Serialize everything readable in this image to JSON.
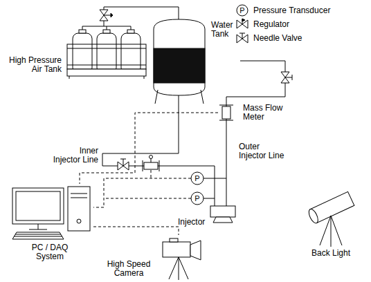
{
  "diagram": {
    "nodes": [
      {
        "text": [
          "High Pressure Air Tank"
        ]
      },
      {
        "text": [
          "Water Tank"
        ]
      },
      {
        "text": [
          "Mass Flow Meter"
        ]
      },
      {
        "text": [
          "Injector"
        ]
      },
      {
        "text": [
          "Back Light"
        ]
      },
      {
        "text": [
          "PC / DAQ System"
        ]
      },
      {
        "text": [
          "High Speed Camera"
        ]
      }
    ],
    "edges": [
      {
        "from": 0,
        "to": 1,
        "arrow": "none"
      },
      {
        "from": 1,
        "to": 3,
        "arrow": "none"
      },
      {
        "from": 1,
        "to": 2,
        "arrow": "none"
      },
      {
        "from": 2,
        "to": 3,
        "arrow": "none"
      },
      {
        "from": 2,
        "to": 5,
        "arrow": "none"
      },
      {
        "from": 5,
        "to": 6,
        "arrow": "none"
      }
    ],
    "labels": [
      "P",
      "P",
      "P",
      "Inner Injector Line",
      "Outer Injector Line"
    ],
    "legend": [
      {
        "text": "Pressure Transducer"
      },
      {
        "text": "Regulator"
      },
      {
        "text": "Needle Valve"
      }
    ]
  }
}
